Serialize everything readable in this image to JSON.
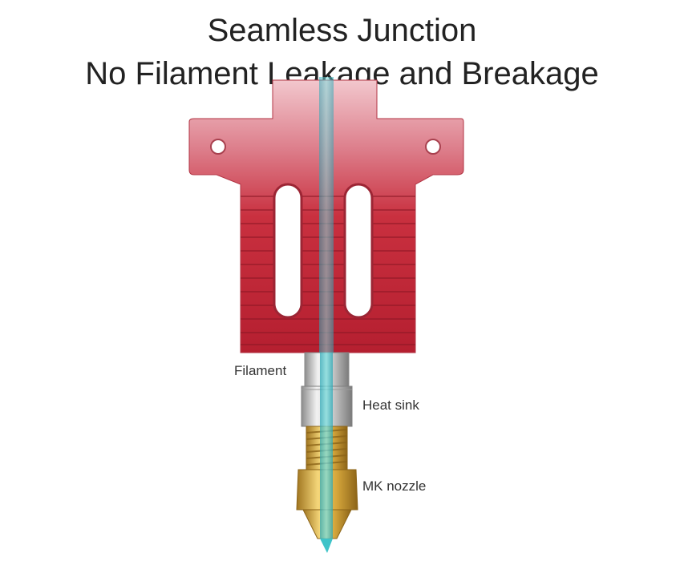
{
  "title": {
    "line1": "Seamless Junction",
    "line2": "No Filament Leakage and Breakage"
  },
  "callouts": {
    "filament": "Filament",
    "heat_sink": "Heat sink",
    "nozzle": "MK nozzle"
  },
  "colors": {
    "block_red": "#c4283a",
    "block_top": "#e7a3ad",
    "filament": "#3fc3c8",
    "brass": "#d4a63a",
    "steel": "#c9c9c9"
  },
  "components": [
    "heater-block",
    "throat-tube",
    "heat-break",
    "nozzle",
    "filament-strand"
  ]
}
